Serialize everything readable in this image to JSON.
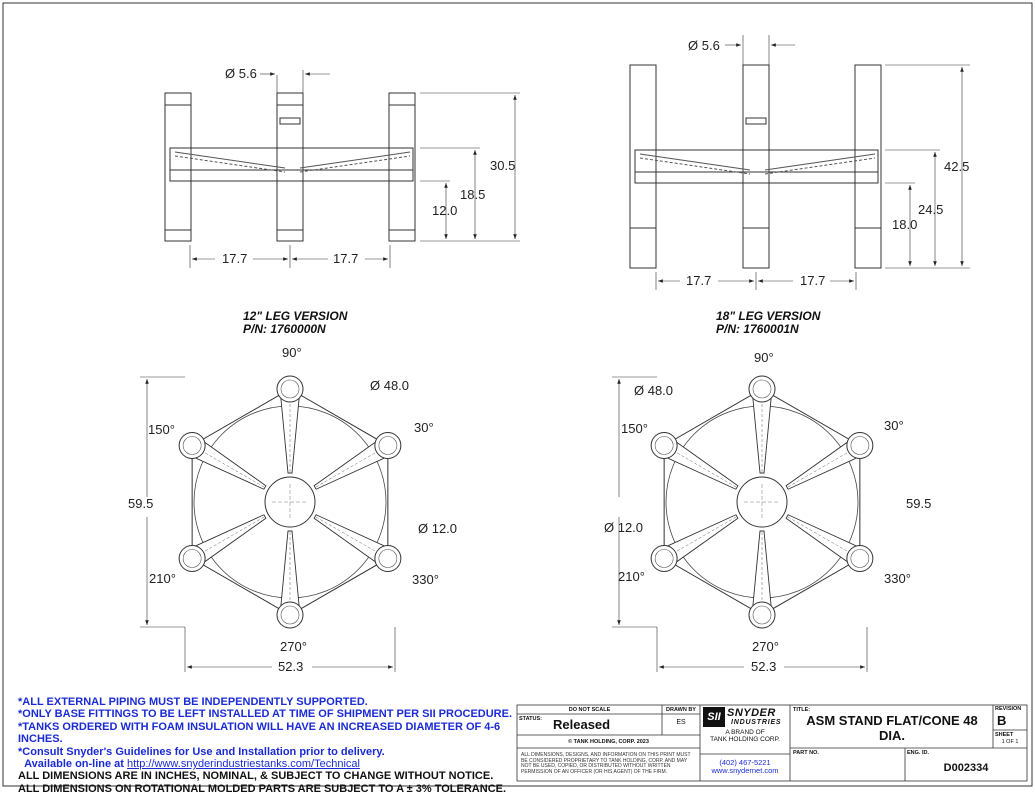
{
  "views": {
    "left": {
      "caption_line1": "12\" LEG VERSION",
      "caption_line2": "P/N: 1760000N",
      "dim_pipe": "Ø 5.6",
      "dim_total_height": "30.5",
      "dim_mid_height": "18.5",
      "dim_leg_height": "12.0",
      "dim_span_a": "17.7",
      "dim_span_b": "17.7"
    },
    "right": {
      "caption_line1": "18\" LEG VERSION",
      "caption_line2": "P/N: 1760001N",
      "dim_pipe": "Ø 5.6",
      "dim_total_height": "42.5",
      "dim_mid_height": "24.5",
      "dim_leg_height": "18.0",
      "dim_span_a": "17.7",
      "dim_span_b": "17.7"
    }
  },
  "plan_views": {
    "left": {
      "angle_90": "90°",
      "angle_30": "30°",
      "angle_150": "150°",
      "angle_210": "210°",
      "angle_330": "330°",
      "angle_270": "270°",
      "dim_outer_dia": "Ø 48.0",
      "dim_inner_dia": "Ø 12.0",
      "dim_height": "59.5",
      "dim_width": "52.3"
    },
    "right": {
      "angle_90": "90°",
      "angle_30": "30°",
      "angle_150": "150°",
      "angle_210": "210°",
      "angle_330": "330°",
      "angle_270": "270°",
      "dim_outer_dia": "Ø 48.0",
      "dim_inner_dia": "Ø 12.0",
      "dim_height": "59.5",
      "dim_width": "52.3"
    }
  },
  "notes": {
    "line1": "*ALL EXTERNAL PIPING MUST BE INDEPENDENTLY SUPPORTED.",
    "line2": "*ONLY BASE FITTINGS TO BE LEFT INSTALLED AT TIME OF SHIPMENT PER SII PROCEDURE.",
    "line3": "*TANKS ORDERED WITH FOAM INSULATION WILL HAVE AN INCREASED DIAMETER OF 4-6 INCHES.",
    "line4": "*Consult Snyder's Guidelines for Use and Installation prior to delivery.",
    "line5_prefix": "Available on-line at ",
    "line5_link": "http://www.snyderindustriestanks.com/Technical",
    "line6": "ALL DIMENSIONS ARE IN INCHES, NOMINAL, & SUBJECT TO CHANGE WITHOUT NOTICE.",
    "line7": "ALL DIMENSIONS ON ROTATIONAL MOLDED PARTS ARE SUBJECT TO A  ± 3% TOLERANCE."
  },
  "title_block": {
    "do_not_scale": "DO NOT SCALE",
    "drawn_by_label": "DRAWN BY",
    "drawn_by": "ES",
    "status_label": "STATUS:",
    "status": "Released",
    "copyright": "© TANK HOLDING, CORP. 2023",
    "legal": "ALL DIMENSIONS, DESIGNS, AND INFORMATION ON THIS PRINT MUST BE CONSIDERED PROPRIETARY TO TANK HOLDING, CORP. AND MAY NOT BE USED, COPIED, OR DISTRIBUTED WITHOUT WRITTEN PERMISSION OF AN OFFICER (OR HIS AGENT) OF THE FIRM.",
    "logo_mark": "SII",
    "logo_word1": "SNYDER",
    "logo_word2": "INDUSTRIES",
    "brand_line1": "A BRAND OF",
    "brand_line2": "TANK HOLDING CORP.",
    "phone": "(402) 467-5221",
    "website": "www.snydernet.com",
    "title_label": "TITLE:",
    "title_line1": "ASM STAND FLAT/CONE 48",
    "title_line2": "DIA.",
    "revision_label": "REVISION",
    "revision": "B",
    "sheet_label": "SHEET",
    "sheet": "1 OF 1",
    "part_no_label": "PART NO.",
    "eng_id_label": "ENG. ID.",
    "eng_id": "D002334"
  }
}
